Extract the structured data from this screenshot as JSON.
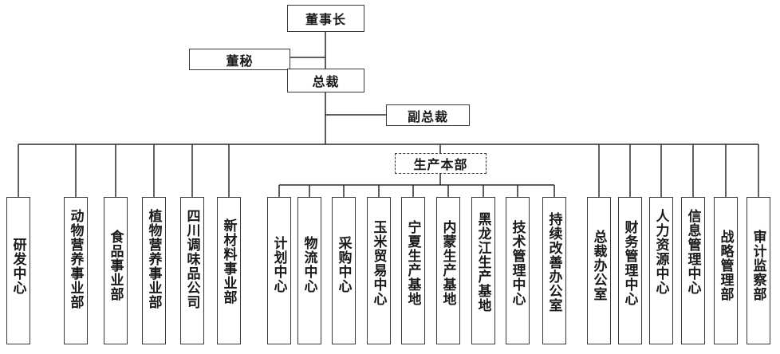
{
  "top": {
    "chairman": "董事长",
    "secretary": "董秘",
    "president": "总裁",
    "vice_president": "副总裁"
  },
  "production_hq": "生产本部",
  "units": [
    "研发中心",
    "动物营养事业部",
    "食品事业部",
    "植物营养事业部",
    "四川调味品公司",
    "新材料事业部",
    "计划中心",
    "物流中心",
    "采购中心",
    "玉米贸易中心",
    "宁夏生产基地",
    "内蒙生产基地",
    "黑龙江生产基地",
    "技术管理中心",
    "持续改善办公室",
    "总裁办公室",
    "财务管理中心",
    "人力资源中心",
    "信息管理中心",
    "战略管理部",
    "审计监察部"
  ]
}
